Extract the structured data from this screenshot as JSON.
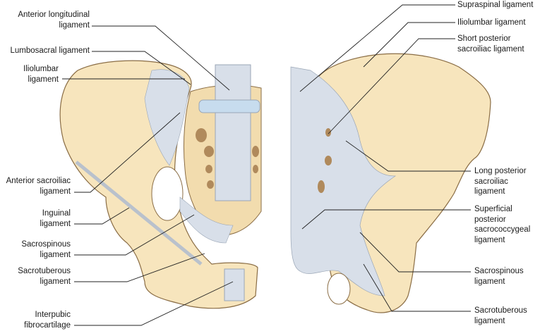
{
  "colors": {
    "bone": "#f7e5bd",
    "bone_outline": "#8a6d45",
    "ligament": "#d8dfe9",
    "ligament_line": "#9aa6b6",
    "leader": "#222222",
    "background": "#ffffff"
  },
  "left_labels": [
    {
      "lines": [
        "Anterior longitudinal",
        "ligament"
      ]
    },
    {
      "lines": [
        "Lumbosacral ligament"
      ]
    },
    {
      "lines": [
        "Iliolumbar",
        "ligament"
      ]
    },
    {
      "lines": [
        "Anterior sacroiliac",
        "ligament"
      ]
    },
    {
      "lines": [
        "Inguinal",
        "ligament"
      ]
    },
    {
      "lines": [
        "Sacrospinous",
        "ligament"
      ]
    },
    {
      "lines": [
        "Sacrotuberous",
        "ligament"
      ]
    },
    {
      "lines": [
        "Interpubic",
        "fibrocartilage"
      ]
    }
  ],
  "right_labels": [
    {
      "lines": [
        "Supraspinal ligament"
      ]
    },
    {
      "lines": [
        "Iliolumbar ligament"
      ]
    },
    {
      "lines": [
        "Short posterior",
        "sacroiliac ligament"
      ]
    },
    {
      "lines": [
        "Long posterior",
        "sacroiliac",
        "ligament"
      ]
    },
    {
      "lines": [
        "Superficial",
        "posterior",
        "sacrococcygeal",
        "ligament"
      ]
    },
    {
      "lines": [
        "Sacrospinous",
        "ligament"
      ]
    },
    {
      "lines": [
        "Sacrotuberous",
        "ligament"
      ]
    }
  ]
}
